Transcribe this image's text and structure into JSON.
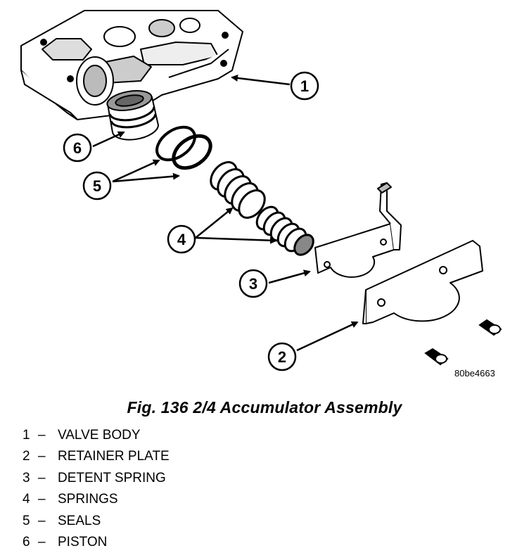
{
  "figure": {
    "code": "80be4663",
    "caption": "Fig. 136 2/4 Accumulator Assembly"
  },
  "callouts": [
    {
      "number": "1"
    },
    {
      "number": "2"
    },
    {
      "number": "3"
    },
    {
      "number": "4"
    },
    {
      "number": "5"
    },
    {
      "number": "6"
    }
  ],
  "legend": {
    "separator": "–",
    "items": [
      {
        "number": "1",
        "label": "VALVE BODY"
      },
      {
        "number": "2",
        "label": "RETAINER PLATE"
      },
      {
        "number": "3",
        "label": "DETENT SPRING"
      },
      {
        "number": "4",
        "label": "SPRINGS"
      },
      {
        "number": "5",
        "label": "SEALS"
      },
      {
        "number": "6",
        "label": "PISTON"
      }
    ]
  }
}
